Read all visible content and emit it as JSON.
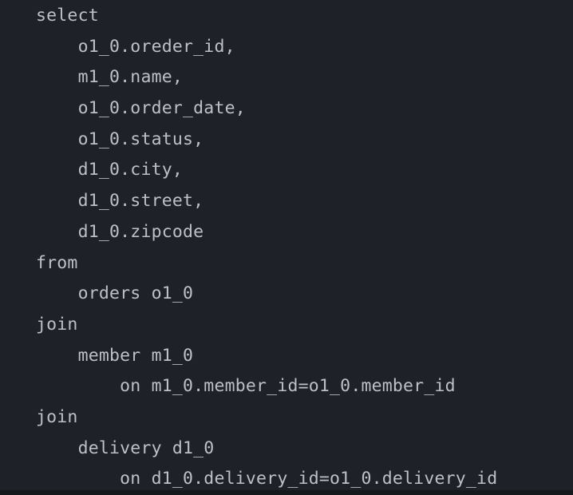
{
  "console": {
    "type": "sql-log-output",
    "colors": {
      "background": "#1e2127",
      "text": "#bdc0c5",
      "bottom_edge": "#17181c"
    },
    "code": {
      "language": "sql",
      "lines": [
        {
          "text": "select"
        },
        {
          "text": "    o1_0.oreder_id,"
        },
        {
          "text": "    m1_0.name,"
        },
        {
          "text": "    o1_0.order_date,"
        },
        {
          "text": "    o1_0.status,"
        },
        {
          "text": "    d1_0.city,"
        },
        {
          "text": "    d1_0.street,"
        },
        {
          "text": "    d1_0.zipcode"
        },
        {
          "text": "from"
        },
        {
          "text": "    orders o1_0"
        },
        {
          "text": "join"
        },
        {
          "text": "    member m1_0"
        },
        {
          "text": "        on m1_0.member_id=o1_0.member_id"
        },
        {
          "text": "join"
        },
        {
          "text": "    delivery d1_0"
        },
        {
          "text": "        on d1_0.delivery_id=o1_0.delivery_id"
        }
      ]
    }
  }
}
